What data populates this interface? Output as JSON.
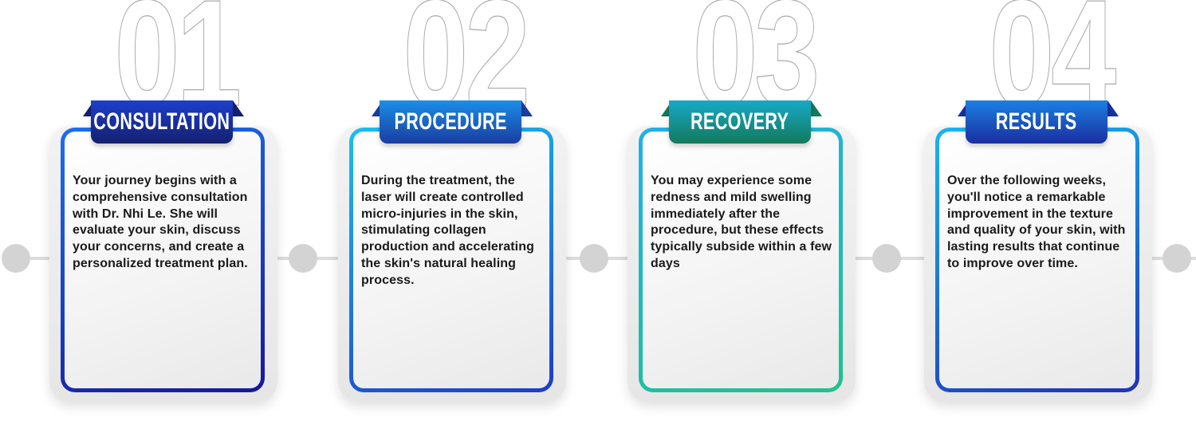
{
  "steps": [
    {
      "number": "01",
      "title": "CONSULTATION",
      "text": "Your journey begins with a comprehensive consultation with Dr. Nhi Le. She will evaluate your skin, discuss your concerns, and create a personalized treatment plan.",
      "colors": {
        "banner": "#1c3fcc",
        "banner_dark": "#15206e",
        "border_top": "#1d6ff0",
        "border_bottom": "#17179a"
      }
    },
    {
      "number": "02",
      "title": "PROCEDURE",
      "text": "During the treatment, the laser will create controlled micro-injuries in the skin, stimulating collagen production and accelerating the skin's natural healing process.",
      "colors": {
        "banner": "#1b8ee8",
        "banner_dark": "#1a3da0",
        "border_top": "#19c0ef",
        "border_bottom": "#1e3cc8"
      }
    },
    {
      "number": "03",
      "title": "RECOVERY",
      "text": "You may experience some redness and mild swelling immediately after the procedure, but these effects typically subside within a few days",
      "colors": {
        "banner": "#16a9c8",
        "banner_dark": "#147a5c",
        "border_top": "#22b0e8",
        "border_bottom": "#1ec38c"
      }
    },
    {
      "number": "04",
      "title": "RESULTS",
      "text": "Over the following weeks, you'll notice a remarkable improvement in the texture and quality of your skin, with lasting results that continue to improve over time.",
      "colors": {
        "banner": "#1b7fe2",
        "banner_dark": "#1a2fa0",
        "border_top": "#19b6ef",
        "border_bottom": "#1f33b8"
      }
    }
  ]
}
